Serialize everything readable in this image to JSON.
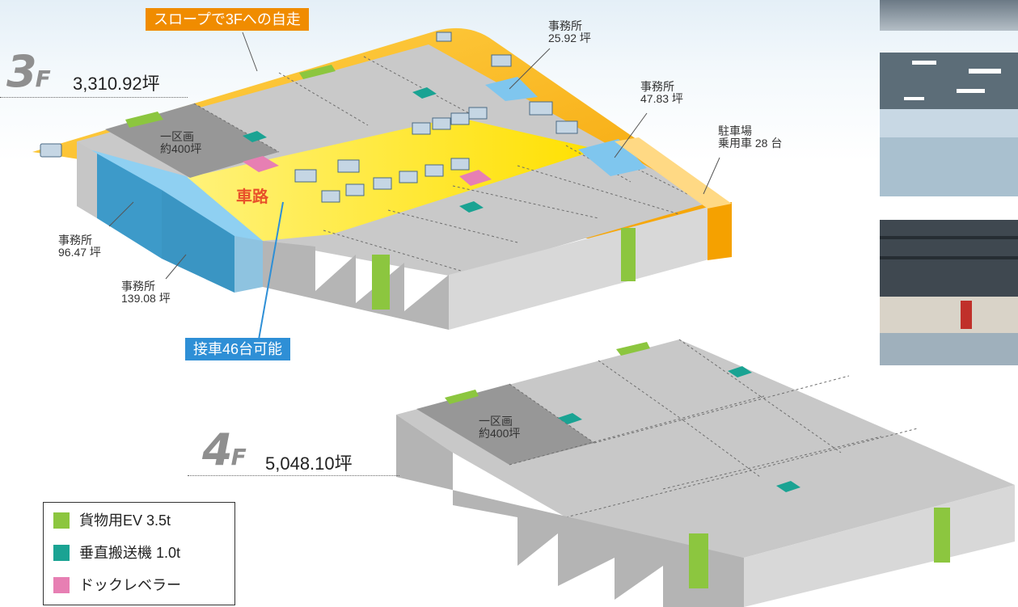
{
  "floors": {
    "f3": {
      "num": "3",
      "suffix": "F",
      "area": "3,310.92坪"
    },
    "f4": {
      "num": "4",
      "suffix": "F",
      "area": "5,048.10坪"
    }
  },
  "callouts": {
    "slope": "スロープで3Fへの自走",
    "berth": "接車46台可能"
  },
  "labels": {
    "office_25": "事務所\n25.92 坪",
    "office_47": "事務所\n47.83 坪",
    "parking": "駐車場\n乗用車 28 台",
    "section_3f": "一区画\n約400坪",
    "route": "車路",
    "office_96": "事務所\n96.47 坪",
    "office_139": "事務所\n139.08 坪",
    "section_4f": "一区画\n約400坪"
  },
  "legend": [
    {
      "label": "貨物用EV 3.5t",
      "color": "#8cc63f"
    },
    {
      "label": "垂直搬送機 1.0t",
      "color": "#1aa393"
    },
    {
      "label": "ドックレベラー",
      "color": "#e77fb3"
    }
  ],
  "colors": {
    "slope": "#f5a100",
    "callout_slope": "#f08c00",
    "callout_berth": "#2e8fd6",
    "office": "#7fc6ee",
    "office_side": "#3d9ac9",
    "route": "#fff06a",
    "floor": "#c8c8c8",
    "wall_front": "#b3b3b3",
    "wall_side": "#d9d9d9"
  }
}
